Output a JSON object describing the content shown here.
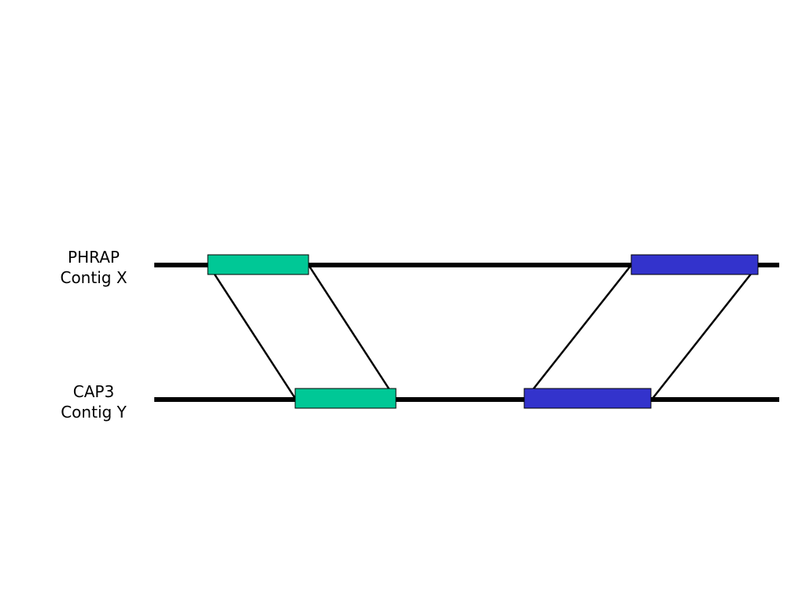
{
  "contigs": {
    "x": {
      "line1": "PHRAP",
      "line2": "Contig X"
    },
    "y": {
      "line1": "CAP3",
      "line2": "Contig Y"
    }
  },
  "colors": {
    "background": "#ffffff",
    "contig_line": "#000000",
    "region_green": "#00c896",
    "region_blue": "#3333cc",
    "connector": "#000000"
  }
}
